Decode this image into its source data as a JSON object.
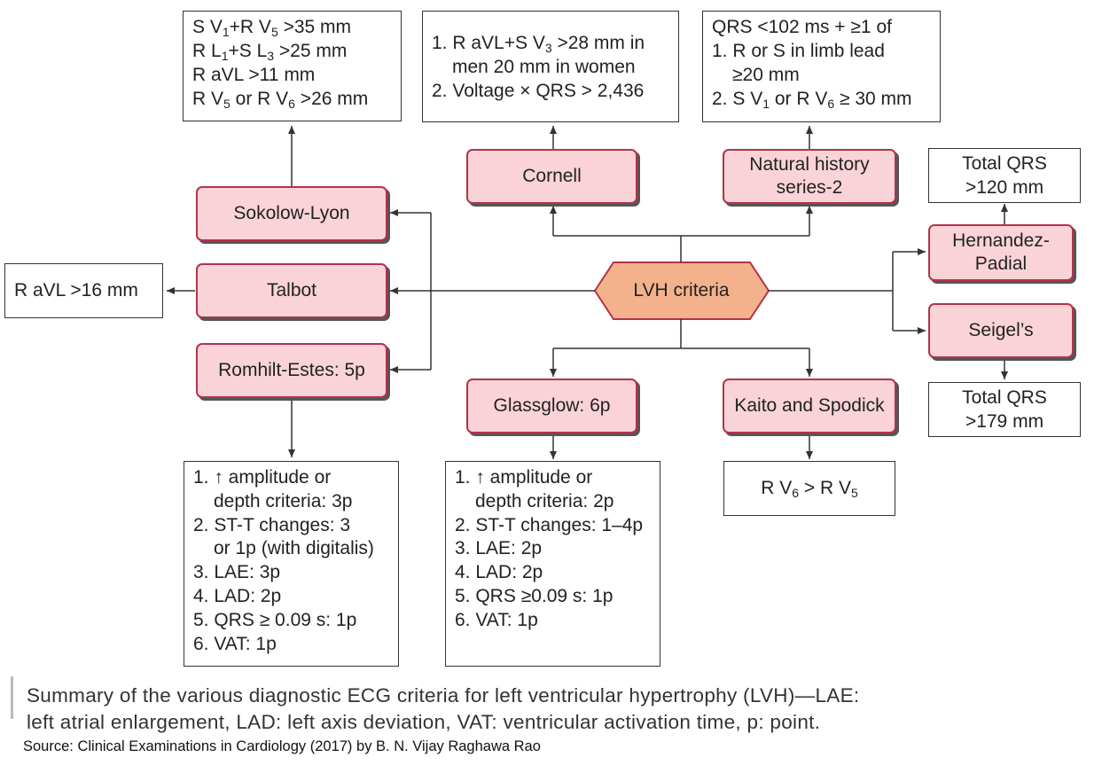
{
  "center": {
    "label": "LVH criteria"
  },
  "criteria": [
    {
      "id": "sokolow",
      "label": [
        "Sokolow-Lyon"
      ]
    },
    {
      "id": "talbot",
      "label": [
        "Talbot"
      ]
    },
    {
      "id": "romhilt",
      "label": [
        "Romhilt-Estes: 5p"
      ]
    },
    {
      "id": "cornell",
      "label": [
        "Cornell"
      ]
    },
    {
      "id": "natural",
      "label": [
        "Natural history",
        "series-2"
      ]
    },
    {
      "id": "hernandez",
      "label": [
        "Hernandez-",
        "Padial"
      ]
    },
    {
      "id": "seigel",
      "label": [
        "Seigel’s"
      ]
    },
    {
      "id": "glassglow",
      "label": [
        "Glassglow: 6p"
      ]
    },
    {
      "id": "kaito",
      "label": [
        "Kaito and Spodick"
      ]
    }
  ],
  "details": {
    "sokolow": [
      "S V<sub>1</sub>+R V<sub>5</sub> &gt;35 mm",
      "R L<sub>1</sub>+S L<sub>3</sub> &gt;25 mm",
      "R aVL &gt;11 mm",
      "R V<sub>5</sub> or R V<sub>6</sub> &gt;26 mm"
    ],
    "cornell": [
      "1. R aVL+S V<sub>3</sub> &gt;28 mm in",
      "<span class='ind'>men 20 mm in women</span>",
      "2. Voltage × QRS &gt; 2,436"
    ],
    "natural": [
      "QRS &lt;102 ms + ≥1 of",
      "1. R or S in limb lead",
      "<span class='ind'>≥20 mm</span>",
      "2. S V<sub>1</sub> or R V<sub>6</sub> ≥ 30 mm"
    ],
    "hernandez": [
      "Total QRS",
      "&gt;120 mm"
    ],
    "talbot": [
      "R aVL &gt;16 mm"
    ],
    "seigel": [
      "Total QRS",
      "&gt;179 mm"
    ],
    "kaito": [
      "R V<sub>6</sub> &gt; R V<sub>5</sub>"
    ],
    "romhilt": [
      "1. ↑ amplitude or",
      "<span class='ind'>depth criteria: 3p</span>",
      "2. ST-T changes: 3",
      "<span class='ind'>or 1p (with digitalis)</span>",
      "3. LAE: 3p",
      "4. LAD: 2p",
      "5. QRS ≥ 0.09 s: 1p",
      "6. VAT: 1p"
    ],
    "glassglow": [
      "1. ↑ amplitude or",
      "<span class='ind'>depth criteria: 2p</span>",
      "2. ST-T changes: 1–4p",
      "3. LAE: 2p",
      "4. LAD: 2p",
      "5. QRS ≥0.09 s: 1p",
      "6. VAT: 1p"
    ]
  },
  "caption": [
    "Summary of the various diagnostic ECG criteria for left ventricular hypertrophy (LVH)—LAE:",
    "left atrial enlargement, LAD: left axis deviation, VAT: ventricular activation time, p: point."
  ],
  "source": "Source: Clinical Examinations in Cardiology (2017) by B. N. Vijay Raghawa Rao",
  "colors": {
    "node_fill": "#f9d3d8",
    "node_border": "#b3334a",
    "center_fill": "#f3b28c",
    "center_border": "#b3334a"
  }
}
